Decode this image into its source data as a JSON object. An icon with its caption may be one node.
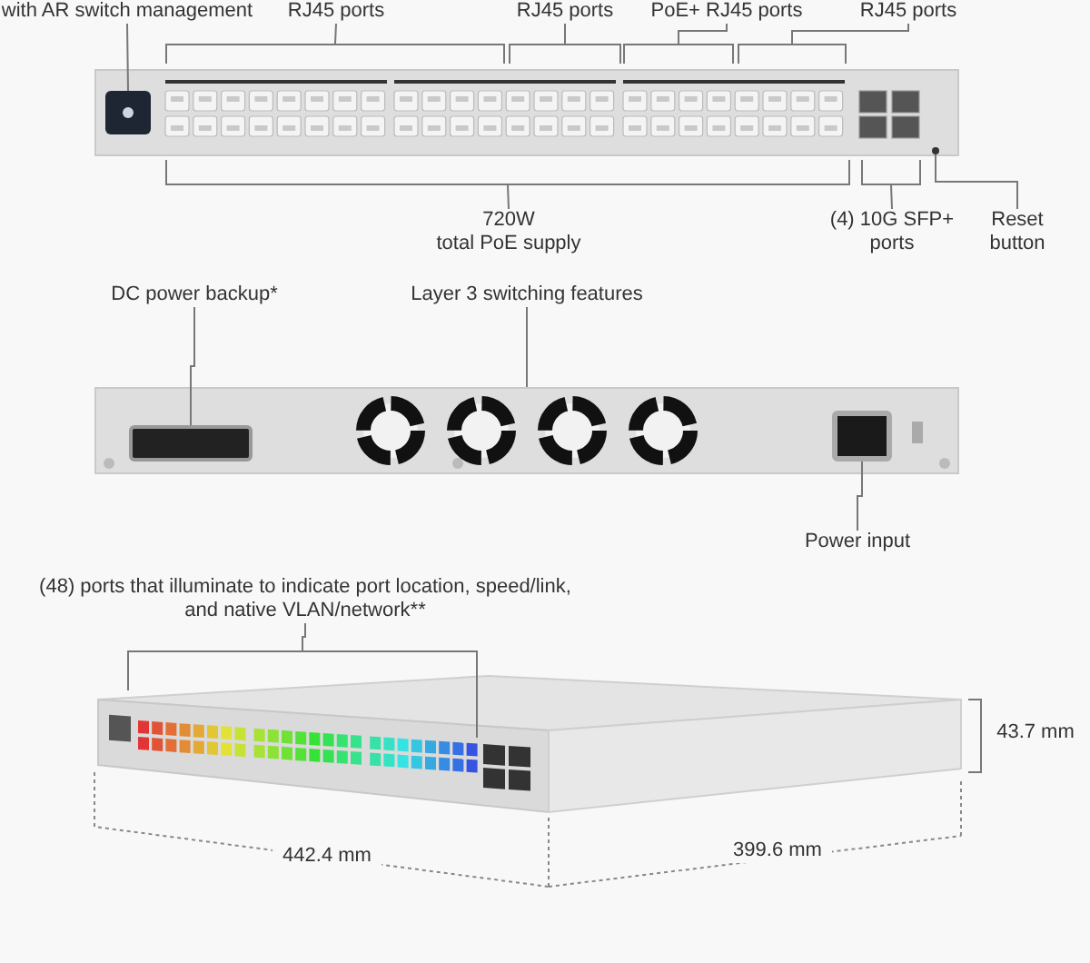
{
  "diagram": {
    "nodes": [
      {
        "text": [
          "with AR switch management"
        ]
      },
      {
        "text": [
          "RJ45 ports"
        ]
      },
      {
        "text": [
          "RJ45 ports"
        ]
      },
      {
        "text": [
          "PoE+ RJ45 ports"
        ]
      },
      {
        "text": [
          "RJ45 ports"
        ]
      },
      {
        "text": [],
        "shape": "picture"
      },
      {
        "text": [],
        "shape": "box",
        "in": 5
      },
      {
        "text": [],
        "shape": "bracket"
      },
      {
        "text": [],
        "shape": "bracket"
      },
      {
        "text": [],
        "shape": "bracket"
      },
      {
        "text": [],
        "shape": "bracket"
      },
      {
        "text": [],
        "shape": "bracket"
      },
      {
        "text": [],
        "shape": "bracket"
      },
      {
        "text": [],
        "shape": "circle",
        "in": 5
      },
      {
        "text": [
          "720W",
          "total PoE supply"
        ]
      },
      {
        "text": [
          "(4) 10G SFP+ ports"
        ]
      },
      {
        "text": [
          "Reset button"
        ]
      },
      {
        "text": [
          "DC power backup*"
        ]
      },
      {
        "text": [
          "Layer 3 switching features"
        ]
      },
      {
        "text": [],
        "shape": "picture"
      },
      {
        "text": [],
        "shape": "box",
        "in": 19
      },
      {
        "text": [],
        "shape": "box",
        "in": 19
      },
      {
        "text": [
          "Power input"
        ]
      },
      {
        "text": [
          "(48) ports that illuminate to indicate port location, speed/link, and native VLAN/network**"
        ]
      },
      {
        "text": [],
        "shape": "picture"
      },
      {
        "text": [],
        "shape": "bracket"
      }
    ],
    "edges": [
      {
        "from": 0,
        "to": 6,
        "arrow": "none"
      },
      {
        "from": 1,
        "to": 7,
        "arrow": "none"
      },
      {
        "from": 2,
        "to": 8,
        "arrow": "none"
      },
      {
        "from": 3,
        "to": 9,
        "arrow": "none"
      },
      {
        "from": 4,
        "to": 10,
        "arrow": "none"
      },
      {
        "from": 14,
        "to": 11,
        "arrow": "none"
      },
      {
        "from": 15,
        "to": 12,
        "arrow": "none"
      },
      {
        "from": 16,
        "to": 13,
        "arrow": "none"
      },
      {
        "from": 17,
        "to": 20,
        "arrow": "none"
      },
      {
        "from": 18,
        "to": 19,
        "arrow": "none"
      },
      {
        "from": 22,
        "to": 21,
        "arrow": "none"
      },
      {
        "from": 23,
        "to": 25,
        "arrow": "none"
      }
    ],
    "labels": [
      "43.7 mm",
      "442.4 mm",
      "399.6 mm"
    ]
  }
}
